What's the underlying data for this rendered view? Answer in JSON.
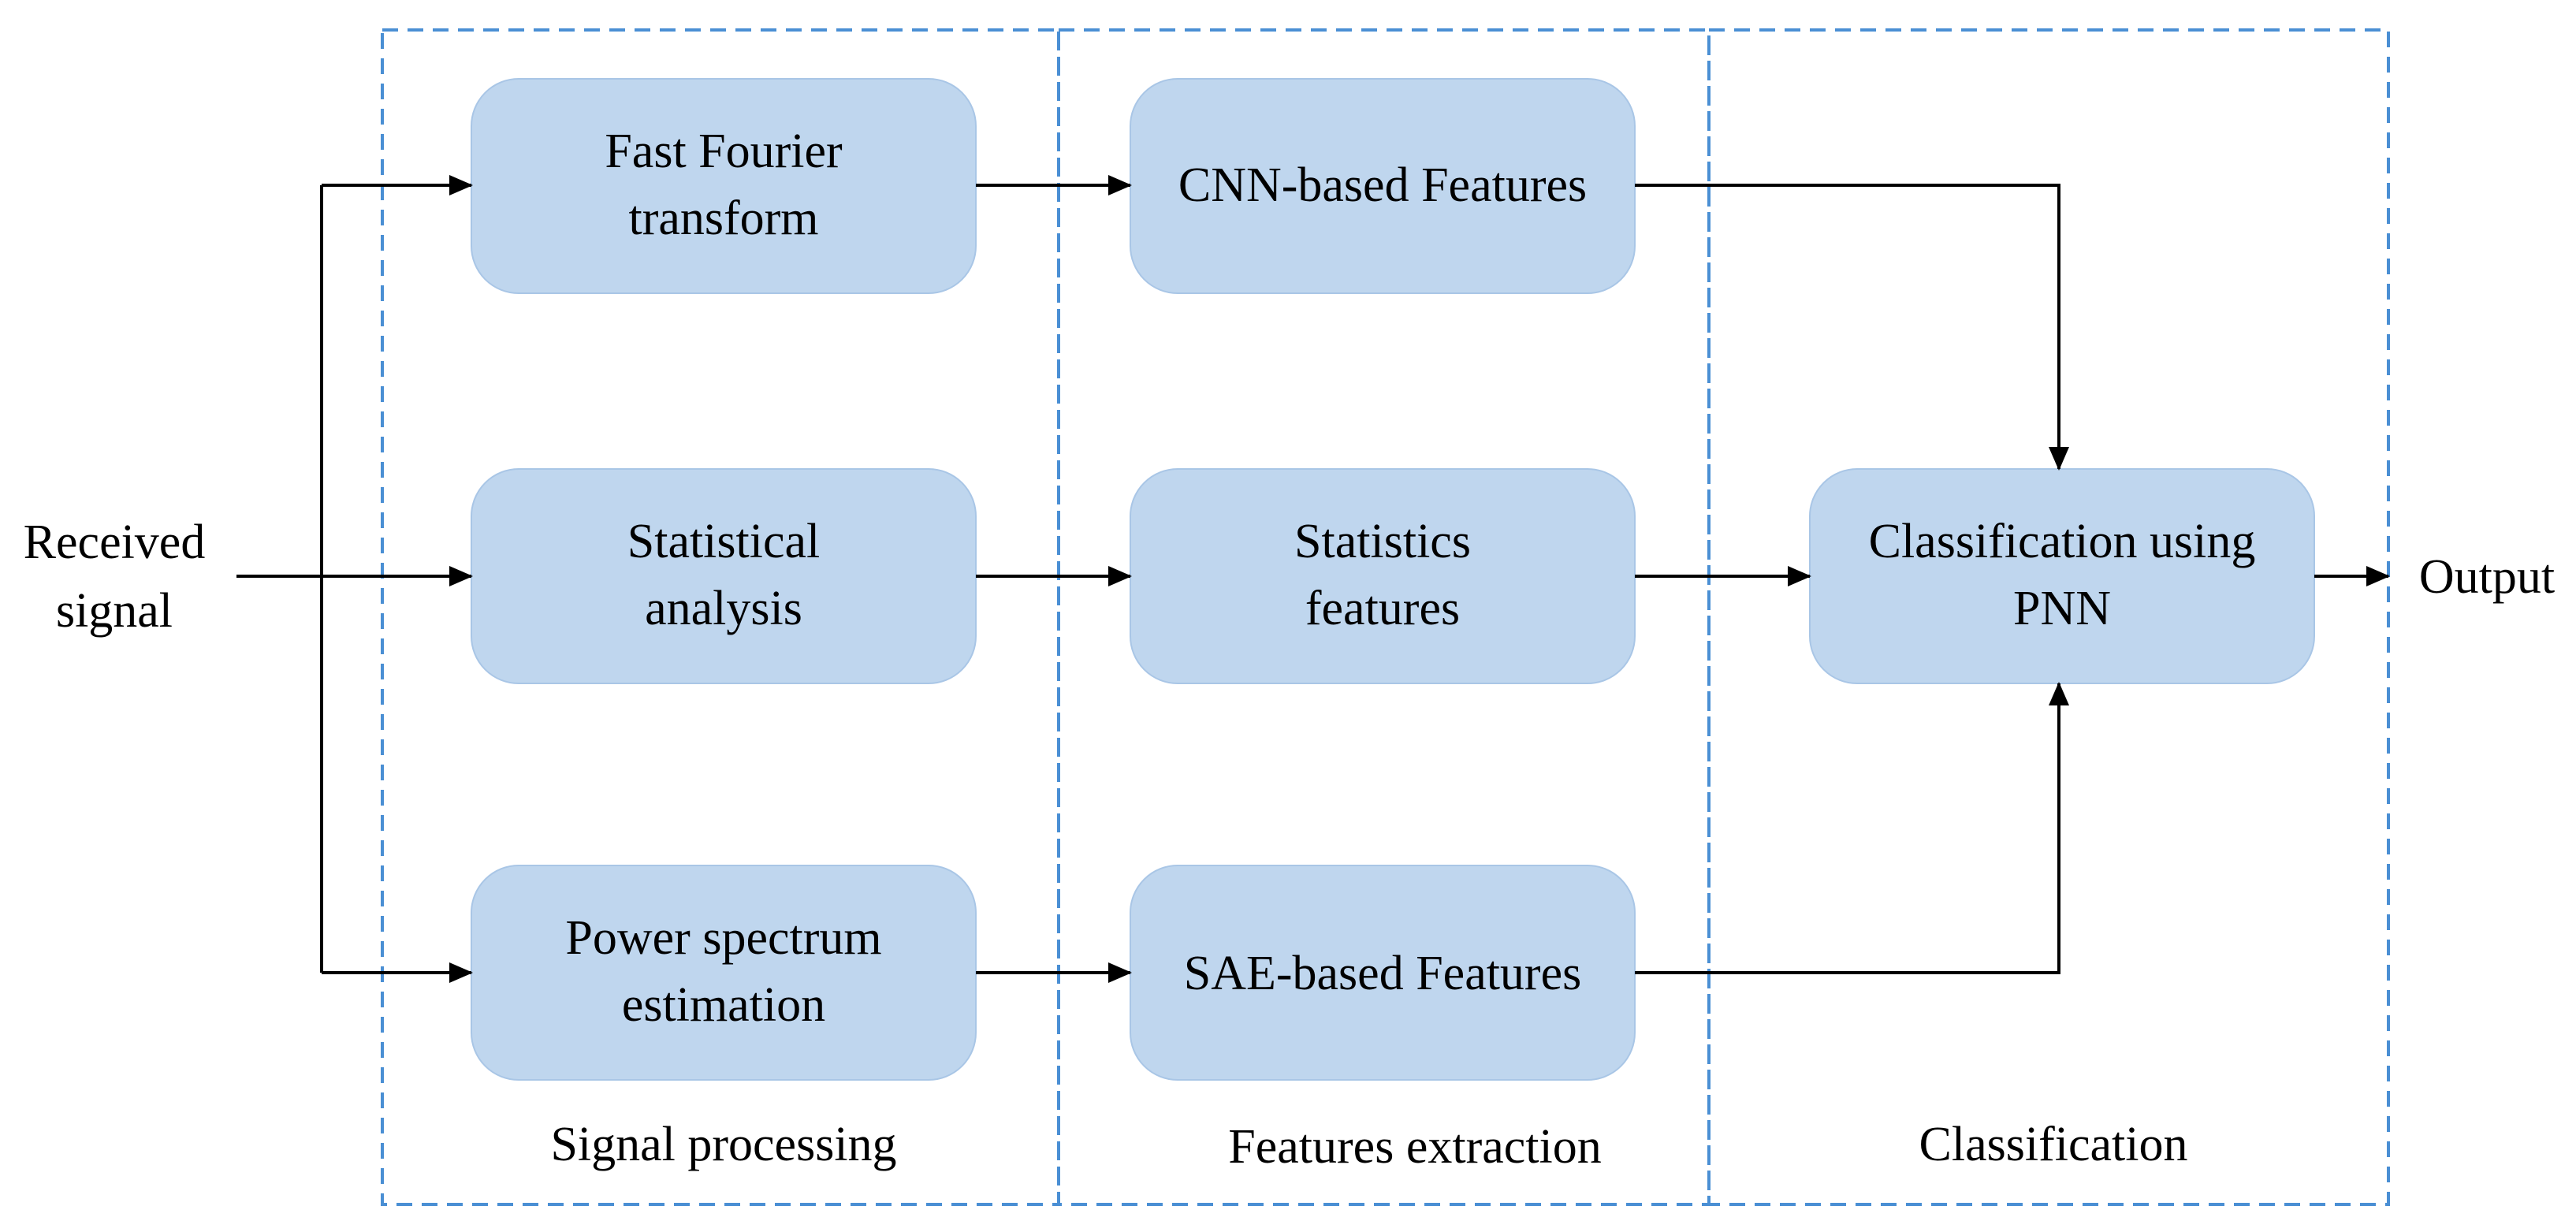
{
  "colors": {
    "box_fill": "#bfd6ee",
    "box_stroke": "#a9c6e6",
    "stage_border": "#4a8fd4",
    "arrow": "#000000",
    "background": "#ffffff"
  },
  "input": {
    "line1": "Received",
    "line2": "signal"
  },
  "output": {
    "label": "Output"
  },
  "stages": {
    "signal_processing": "Signal processing",
    "features_extraction": "Features extraction",
    "classification": "Classification"
  },
  "boxes": {
    "fft": {
      "line1": "Fast Fourier",
      "line2": "transform"
    },
    "stat_analysis": {
      "line1": "Statistical",
      "line2": "analysis"
    },
    "power_spectrum": {
      "line1": "Power spectrum",
      "line2": "estimation"
    },
    "cnn_features": {
      "line1": "CNN-based Features"
    },
    "stat_features": {
      "line1": "Statistics",
      "line2": "features"
    },
    "sae_features": {
      "line1": "SAE-based Features"
    },
    "pnn": {
      "line1": "Classification using",
      "line2": "PNN"
    }
  }
}
